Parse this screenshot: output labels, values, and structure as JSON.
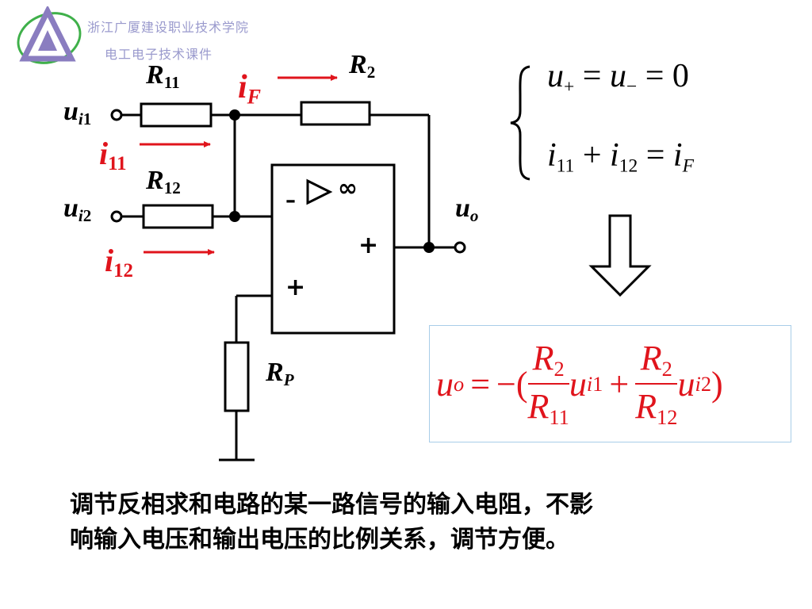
{
  "header": {
    "school": "浙江广厦建设职业技术学院",
    "course": "电工电子技术课件"
  },
  "circuit": {
    "labels": {
      "r11": "R",
      "r11_sub": "11",
      "r12": "R",
      "r12_sub": "12",
      "r2": "R",
      "r2_sub": "2",
      "rp": "R",
      "rp_sub": "P",
      "ui1": "u",
      "ui1_sub_i": "i",
      "ui1_sub_n": "1",
      "ui2": "u",
      "ui2_sub_i": "i",
      "ui2_sub_n": "2",
      "uo": "u",
      "uo_sub": "o",
      "i11": "i",
      "i11_sub": "11",
      "i12": "i",
      "i12_sub": "12",
      "iF": "i",
      "iF_sub": "F"
    },
    "opamp": {
      "inverting": "–",
      "noninverting_out": "+",
      "noninverting_in": "+",
      "triangle": "▷",
      "infinity": "∞"
    },
    "colors": {
      "current_arrows": "#e0141c",
      "wire": "#000000"
    }
  },
  "equations": {
    "line1": {
      "a": "u",
      "a_sub": "+",
      "eq1": "=",
      "b": "u",
      "b_sub": "−",
      "eq2": "=",
      "c": "0"
    },
    "line2": {
      "a": "i",
      "a_sub": "11",
      "plus": "+",
      "b": "i",
      "b_sub": "12",
      "eq": "=",
      "c": "i",
      "c_sub": "F"
    }
  },
  "formula": {
    "lhs": "u",
    "lhs_sub": "o",
    "eq": "=",
    "neg_open": "−(",
    "f1_num": "R",
    "f1_num_sub": "2",
    "f1_den": "R",
    "f1_den_sub": "11",
    "t1": "u",
    "t1_sub_i": "i",
    "t1_sub_n": "1",
    "plus": "+",
    "f2_num": "R",
    "f2_num_sub": "2",
    "f2_den": "R",
    "f2_den_sub": "12",
    "t2": "u",
    "t2_sub_i": "i",
    "t2_sub_n": "2",
    "close": ")"
  },
  "caption": {
    "line1": "调节反相求和电路的某一路信号的输入电阻，不影",
    "line2": "响输入电压和输出电压的比例关系，调节方便。"
  }
}
